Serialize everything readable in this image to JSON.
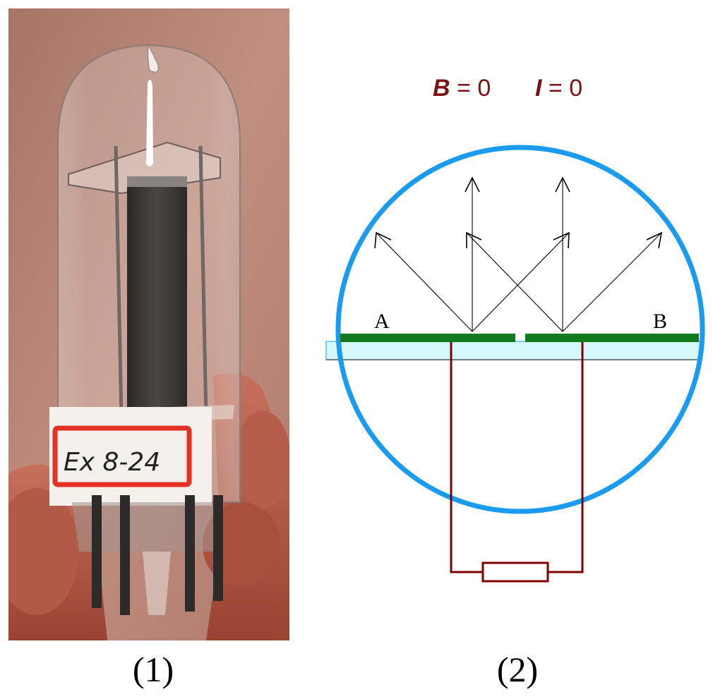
{
  "panel1": {
    "caption": "(1)",
    "label_text": "Ex 8-24"
  },
  "panel2": {
    "caption": "(2)",
    "equations": {
      "b_symbol": "B",
      "b_value": "= 0",
      "i_symbol": "I",
      "i_value": "= 0"
    },
    "plate_labels": {
      "left": "A",
      "right": "B"
    }
  },
  "colors": {
    "circle": "#1a9bef",
    "plate": "#117a1f",
    "insulator": "#d4f8fc",
    "circuit": "#800000",
    "formula": "#7a1414",
    "background_photo": "#b58274"
  }
}
